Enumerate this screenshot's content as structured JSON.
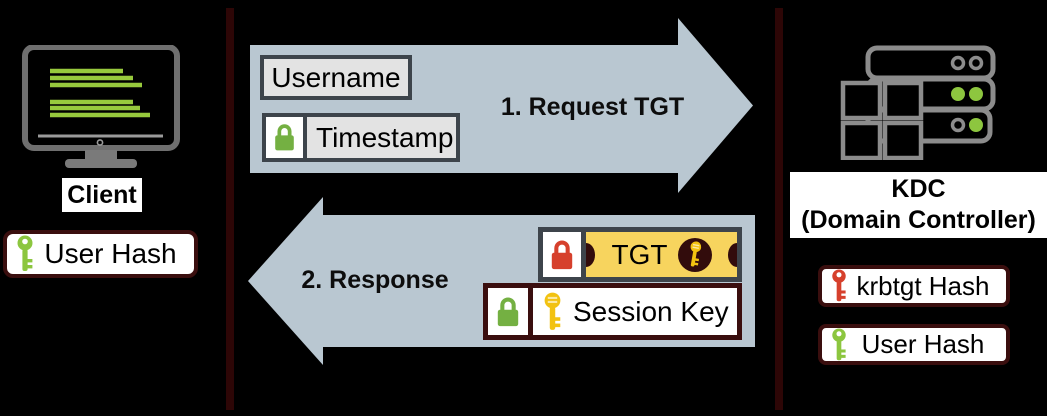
{
  "client": {
    "label": "Client",
    "hash_badge": {
      "label": "User Hash",
      "key_color": "#8cc63f"
    }
  },
  "kdc": {
    "name": "KDC",
    "subname": "(Domain Controller)",
    "badges": [
      {
        "label": "krbtgt Hash",
        "key_color": "#d6402c"
      },
      {
        "label": "User Hash",
        "key_color": "#8cc63f"
      }
    ]
  },
  "request_arrow": {
    "label": "1. Request TGT",
    "username_label": "Username",
    "timestamp_label": "Timestamp",
    "timestamp_lock_color": "#74b042"
  },
  "response_arrow": {
    "label": "2. Response",
    "tgt_label": "TGT",
    "session_key_label": "Session Key",
    "tgt_lock_color": "#d6402c",
    "session_lock_color": "#74b042",
    "key_color": "#f2c211"
  },
  "colors": {
    "background": "#000000",
    "arrow": "#b9c7d1",
    "box_fill": "#e3e3e3",
    "slate_border": "#3d444b",
    "maroon_border": "#3a0e0e",
    "divider": "#2d0606",
    "ticket_yellow": "#f7d45e",
    "ticket_dark": "#320c0c",
    "icon_gray": "#8c8c8c",
    "screen_line_green": "#97c93d"
  }
}
